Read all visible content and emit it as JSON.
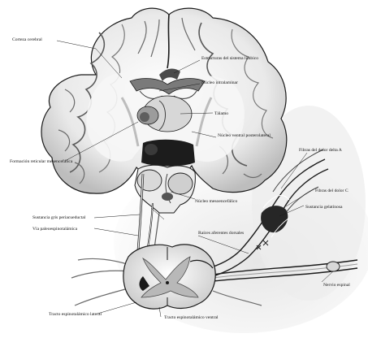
{
  "labels": {
    "corteza_cerebral": "Corteza cerebral",
    "estructuras_sistema_limbico": "Estructuras del sistema límbico",
    "nucleo_intralaminar": "Núcleo intralaminar",
    "talamo": "Tálamo",
    "nucleo_ventral_posterolateral": "Núcleo ventral posterolateral",
    "formacion_reticular": "Formación reticular mesencefálica",
    "fibras_dolor_delta_a": "Fibras del dolor delta A",
    "fibras_dolor_c": "Fibras del dolor C",
    "sustancia_gelatinosa": "Sustancia gelatinosa",
    "nucleo_mesoencefalico": "Núcleo mesoencefálico",
    "via_paleoespinotalamica": "Vía paleoespinotalámica",
    "sustancia_gris_periacueductal": "Sustancia gris periacueductal",
    "raices_dorsales": "Raíces aferentes dorsales",
    "nervio_espinal": "Nervio espinal",
    "tracto_lateral": "Tracto espinotalámico lateral",
    "tracto_ventral": "Tracto espinotalámico ventral"
  },
  "colors": {
    "ink": "#1a1a1a",
    "gray_matter": "#8d8d8d",
    "white_matter": "#f4f4f4",
    "shade": "#c9c9c9",
    "background": "#ffffff"
  }
}
